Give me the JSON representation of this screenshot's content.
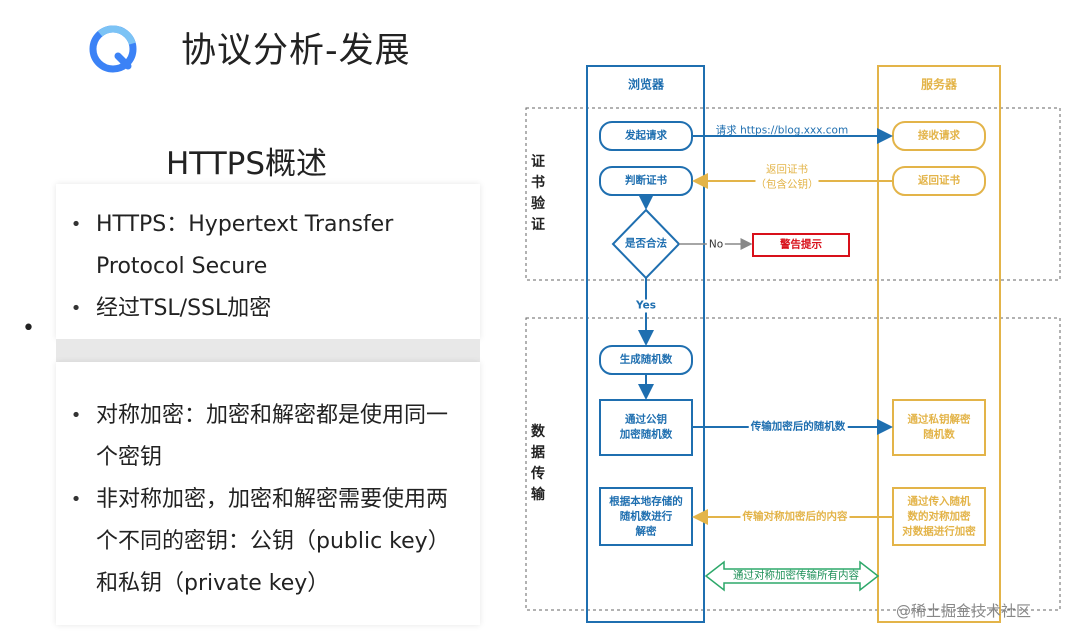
{
  "slide": {
    "title": "协议分析-发展",
    "subtitle": "HTTPS概述",
    "card1": {
      "bullets": [
        "HTTPS：Hypertext Transfer",
        "Protocol Secure",
        "经过TSL/SSL加密"
      ]
    },
    "card2": {
      "bullets": [
        "对称加密：加密和解密都是使用同一",
        "个密钥",
        "非对称加密，加密和解密需要使用两",
        "个不同的密钥：公钥（public key）",
        "和私钥（private key）"
      ]
    },
    "watermark": "@稀土掘金技术社区"
  },
  "colors": {
    "blue": "#1f6fb0",
    "yellow": "#e3b449",
    "red": "#d8101a",
    "green": "#1d8f57",
    "logo": "#3b82f6"
  },
  "diagram": {
    "browser_label": "浏览器",
    "server_label": "服务器",
    "section1_label": "证书验证",
    "section2_label": "数据传输",
    "nodes": {
      "request": "发起请求",
      "check_cert": "判断证书",
      "legal": "是否合法",
      "warning": "警告提示",
      "gen_random": "生成随机数",
      "encrypt_random": [
        "通过公钥",
        "加密随机数"
      ],
      "decrypt_content": [
        "根据本地存储的",
        "随机数进行",
        "解密"
      ],
      "receive": "接收请求",
      "return_cert": "返回证书",
      "decrypt_random": [
        "通过私钥解密",
        "随机数"
      ],
      "encrypt_content": [
        "通过传入随机",
        "数的对称加密",
        "对数据进行加密"
      ]
    },
    "edges": {
      "request": "请求 https://blog.xxx.com",
      "return_cert": [
        "返回证书",
        "（包含公钥）"
      ],
      "no": "No",
      "yes": "Yes",
      "send_random": "传输加密后的随机数",
      "send_content": "传输对称加密后的内容",
      "symmetric": "通过对称加密传输所有内容"
    }
  }
}
